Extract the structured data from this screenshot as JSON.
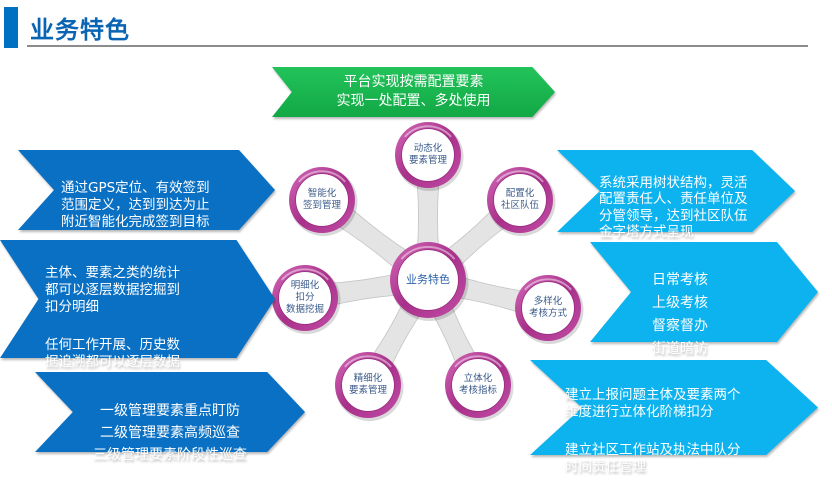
{
  "header": {
    "title": "业务特色"
  },
  "colors": {
    "accent": "#0070c0",
    "green": "#1db954",
    "blue": "#0a70c4",
    "cyan": "#0db3ef",
    "ring": "#b8409a"
  },
  "top_banner": {
    "lines": [
      "平台实现按需配置要素",
      "实现一处配置、多处使用"
    ]
  },
  "left_panels": [
    {
      "paragraphs": [
        "通过GPS定位、有效签到\n范围定义，达到到达为止\n附近智能化完成签到目标"
      ]
    },
    {
      "paragraphs": [
        "主体、要素之类的统计\n都可以逐层数据挖掘到\n扣分明细",
        "任何工作开展、历史数\n据追溯都可以逐层数据\n挖掘到扣分明细"
      ]
    },
    {
      "paragraphs": [
        "一级管理要素重点盯防\n二级管理要素高频巡查\n三级管理要素阶段性巡查"
      ]
    }
  ],
  "right_panels": [
    {
      "paragraphs": [
        "系统采用树状结构，灵活\n配置责任人、责任单位及\n分管领导，达到社区队伍\n金字塔方式呈现"
      ]
    },
    {
      "paragraphs": [
        "日常考核\n上级考核\n督察督办\n街道暗访"
      ]
    },
    {
      "paragraphs": [
        "建立上报问题主体及要素两个\n维度进行立体化阶梯扣分",
        "建立社区工作站及执法中队分\n时间责任管理"
      ]
    }
  ],
  "hub": {
    "center": "业务特色",
    "nodes": [
      {
        "id": "dynamic",
        "label": "动态化\n要素管理"
      },
      {
        "id": "smart",
        "label": "智能化\n签到管理"
      },
      {
        "id": "config",
        "label": "配置化\n社区队伍"
      },
      {
        "id": "detail",
        "label": "明细化\n扣分\n数据挖掘"
      },
      {
        "id": "diverse",
        "label": "多样化\n考核方式"
      },
      {
        "id": "refined",
        "label": "精细化\n要素管理"
      },
      {
        "id": "stereo",
        "label": "立体化\n考核指标"
      }
    ]
  }
}
